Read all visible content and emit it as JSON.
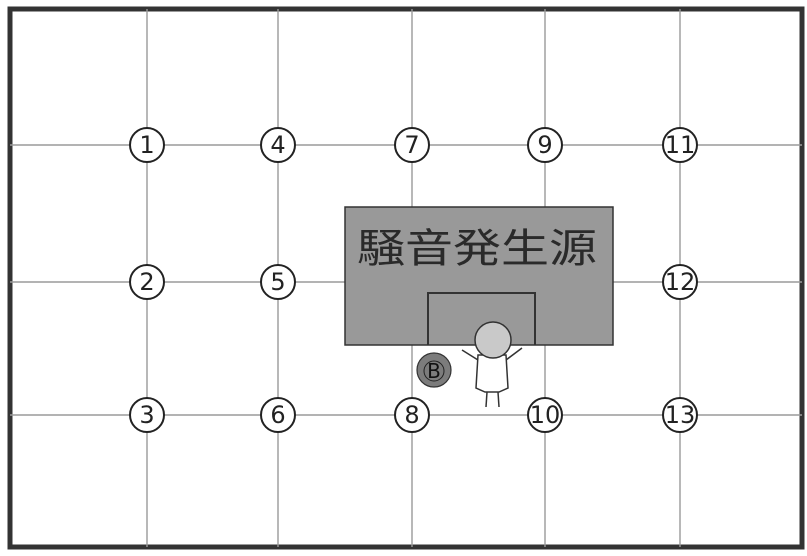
{
  "noise_source": {
    "label": "騒音発生源",
    "fill_color": "#999999"
  },
  "marker": {
    "label": "B",
    "fill_color": "#7c7c7c"
  },
  "points": [
    {
      "label": "1"
    },
    {
      "label": "4"
    },
    {
      "label": "7"
    },
    {
      "label": "9"
    },
    {
      "label": "11"
    },
    {
      "label": "2"
    },
    {
      "label": "5"
    },
    {
      "label": "12"
    },
    {
      "label": "3"
    },
    {
      "label": "6"
    },
    {
      "label": "8"
    },
    {
      "label": "10"
    },
    {
      "label": "13"
    }
  ],
  "colors": {
    "border": "#333333",
    "grid": "#9a9a9a",
    "ink": "#222222"
  }
}
